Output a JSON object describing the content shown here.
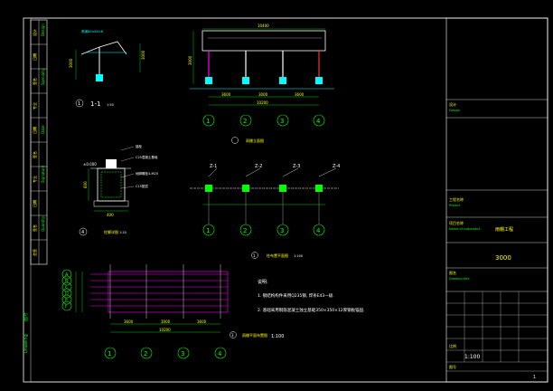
{
  "colors": {
    "frame": "#ffffff",
    "yellow": "#ffff00",
    "green": "#00ff00",
    "cyan": "#00ffff",
    "magenta": "#ff00ff",
    "red": "#ff3030",
    "white": "#ffffff"
  },
  "top_elevation": {
    "span_total": "10400",
    "bay_labels": [
      "3600",
      "3000",
      "3600"
    ],
    "total_below": "10200",
    "height_label": "3000",
    "grid_ids": [
      "1",
      "2",
      "3",
      "4"
    ],
    "caption": "雨棚立面图"
  },
  "section_1": {
    "mark": "1",
    "title": "1-1",
    "scale": "1:50",
    "dim_left": "3000",
    "dim_right": "3000",
    "note_top": "角钢80×80×8"
  },
  "plan_z": {
    "labels": [
      "Z-1",
      "Z-2",
      "Z-3",
      "Z-4"
    ],
    "grid_ids": [
      "1",
      "2",
      "3",
      "4"
    ],
    "mark": "1",
    "caption": "柱布置平面图",
    "scale": "1:100"
  },
  "foundation_detail": {
    "mark": "4",
    "caption": "柱脚详图",
    "scale": "1:20",
    "elev": "±0.000",
    "dim_width": "400",
    "dim_height": "600",
    "notes": [
      "锚栓",
      "C25混凝土基础",
      "地脚螺栓4-M20",
      "C15垫层"
    ]
  },
  "canopy_plan": {
    "row_ids": [
      "A",
      "B",
      "C",
      "D",
      "E",
      "F"
    ],
    "grid_ids": [
      "1",
      "2",
      "3",
      "4"
    ],
    "bay_labels": [
      "3600",
      "3000",
      "3600"
    ],
    "total": "10200",
    "mark": "3",
    "caption": "雨棚平面布置图",
    "scale": "1:100"
  },
  "notes": {
    "title": "说明:",
    "lines": [
      "1. 钢结构构件采用Q235钢, 焊条E43一级.",
      "2. 基础采用钢筋混凝土独立基础350×350×12厚钢板锚固."
    ]
  },
  "left_strip": {
    "labels": [
      "设计",
      "日期",
      "签名",
      "专业",
      "日期",
      "签名",
      "专业",
      "日期",
      "签名",
      "会签"
    ]
  },
  "title_block": {
    "row_labels": [
      "设计",
      "Design",
      "工程名称",
      "Project",
      "项目名称",
      "Name of subproject",
      "图名",
      "Drawing title"
    ],
    "project_value": "雨棚工程",
    "subproject_value": "3000",
    "scale_label": "比例",
    "scale_value": "1:100",
    "drawing_no_label": "图号",
    "sheet": "1"
  }
}
